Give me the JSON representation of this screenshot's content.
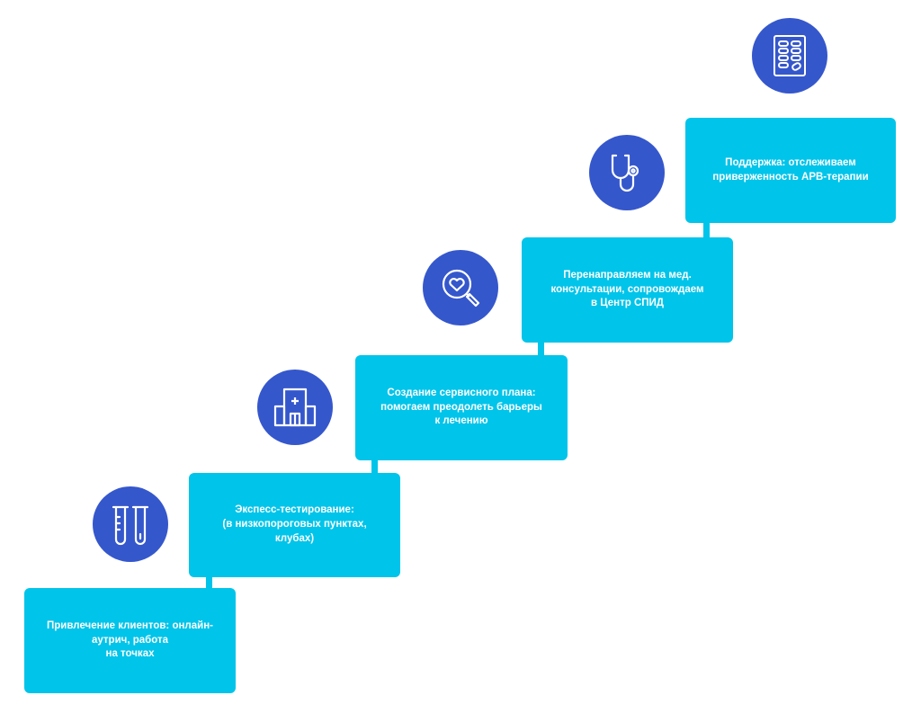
{
  "colors": {
    "box": "#00c4ea",
    "box_text": "#ffffff",
    "connector": "#00c4ea",
    "icon_bg": "#3557cc",
    "icon_stroke": "#ffffff",
    "background": "#ffffff"
  },
  "steps": [
    {
      "text": "Привлечение клиентов: онлайн-\nаутрич, работа\nна точках",
      "icon": "test-tubes-icon"
    },
    {
      "text": "Экспесс-тестирование:\n(в низкопороговых пунктах,\nклубах)",
      "icon": "hospital-building-icon"
    },
    {
      "text": "Создание сервисного плана:\nпомогаем преодолеть барьеры\nк лечению",
      "icon": "heart-magnifier-icon"
    },
    {
      "text": "Перенаправляем на мед.\nконсультации, сопровождаем\nв Центр СПИД",
      "icon": "stethoscope-icon"
    },
    {
      "text": "Поддержка: отслеживаем\nприверженность АРВ-терапии",
      "icon": "pill-blister-icon"
    }
  ]
}
